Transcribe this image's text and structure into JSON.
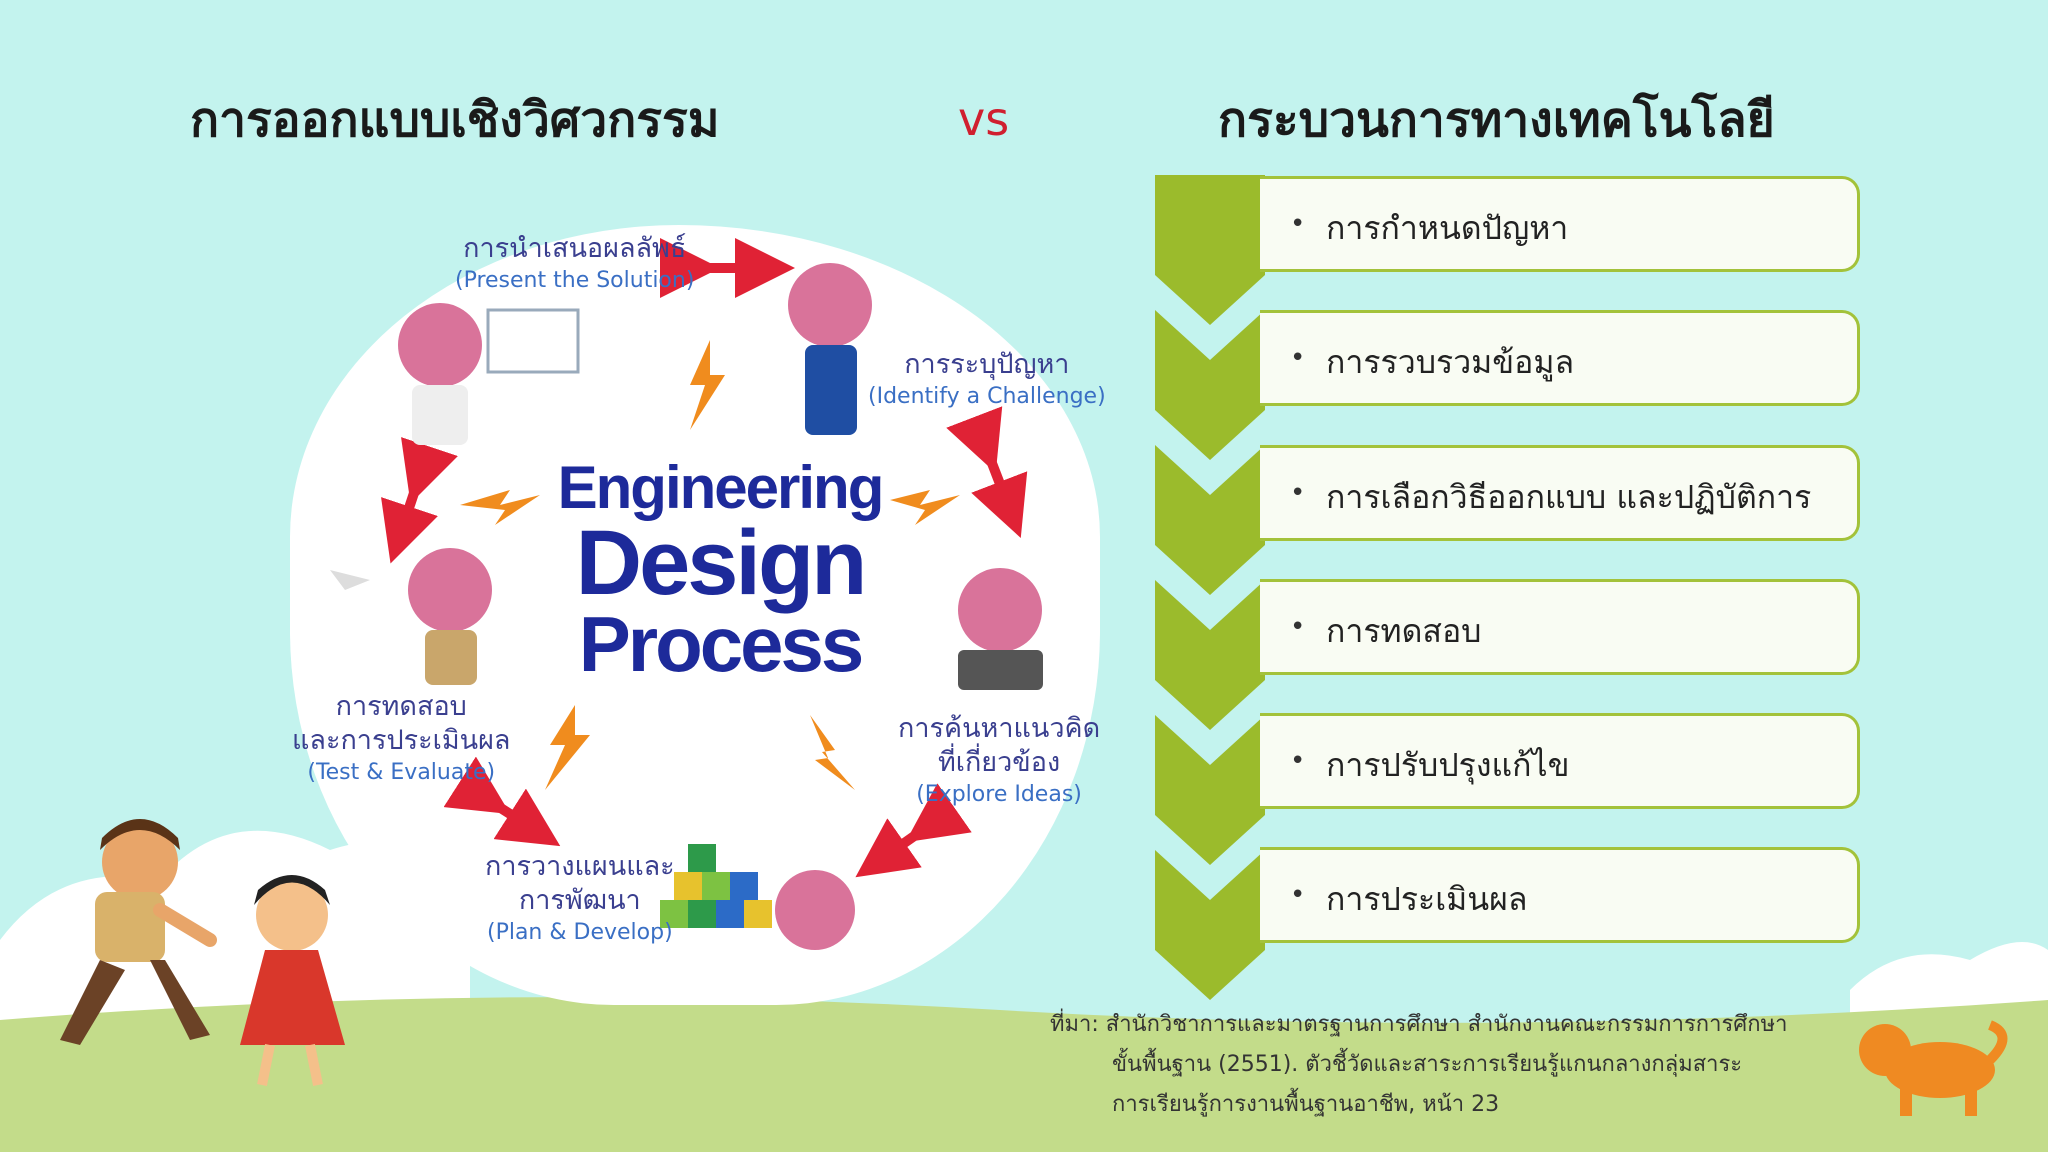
{
  "titles": {
    "left": "การออกแบบเชิงวิศวกรรม",
    "vs": "vs",
    "right": "กระบวนการทางเทคโนโลยี"
  },
  "diagram": {
    "center": [
      "Engineering",
      "Design",
      "Process"
    ],
    "stages": [
      {
        "th": "การนำเสนอผลลัพธ์",
        "en": "(Present the Solution)"
      },
      {
        "th": "การระบุปัญหา",
        "en": "(Identify a Challenge)"
      },
      {
        "th": "การค้นหาแนวคิด",
        "th2": "ที่เกี่ยวข้อง",
        "en": "(Explore Ideas)"
      },
      {
        "th": "การวางแผนและ",
        "th2": "การพัฒนา",
        "en": "(Plan & Develop)"
      },
      {
        "th": "การทดสอบ",
        "th2": "และการประเมินผล",
        "en": "(Test & Evaluate)"
      }
    ],
    "colors": {
      "arrow": "#e02235",
      "bolt": "#f08c1e",
      "center_text": "#1d2a9a"
    }
  },
  "process_steps": [
    "การกำหนดปัญหา",
    "การรวบรวมข้อมูล",
    "การเลือกวิธีออกแบบ และปฏิบัติการ",
    "การทดสอบ",
    "การปรับปรุงแก้ไข",
    "การประเมินผล"
  ],
  "step_bullet": "•",
  "source": {
    "line1": "ที่มา: สำนักวิชาการและมาตรฐานการศึกษา สำนักงานคณะกรรมการการศึกษา",
    "line2": "ขั้นพื้นฐาน (2551). ตัวชี้วัดและสาระการเรียนรู้แกนกลางกลุ่มสาระ",
    "line3": "การเรียนรู้การงานพื้นฐานอาชีพ, หน้า 23"
  },
  "colors": {
    "background": "#c3f3ee",
    "chevron": "#9bbb2c",
    "step_border": "#a3c23a",
    "ground": "#c3dc8a"
  }
}
